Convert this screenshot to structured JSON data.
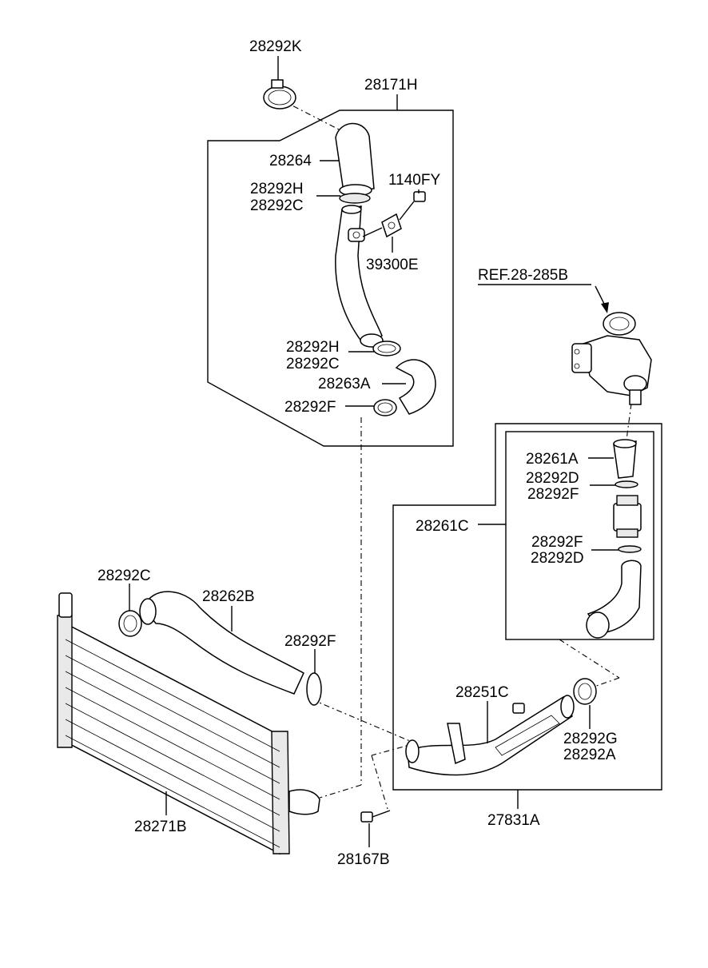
{
  "labels": {
    "p28292K": "28292K",
    "p28171H": "28171H",
    "p28264": "28264",
    "p28292H_top": "28292H",
    "p28292C_top": "28292C",
    "p1140FY": "1140FY",
    "p39300E": "39300E",
    "ref": "REF.28-285B",
    "p28292H_mid": "28292H",
    "p28292C_mid": "28292C",
    "p28263A": "28263A",
    "p28292F_upper": "28292F",
    "p28261A": "28261A",
    "p28292D_a": "28292D",
    "p28292F_a": "28292F",
    "p28261C": "28261C",
    "p28292F_b": "28292F",
    "p28292D_b": "28292D",
    "p28292C_low": "28292C",
    "p28262B": "28262B",
    "p28292F_low": "28292F",
    "p28251C": "28251C",
    "p28292G": "28292G",
    "p28292A": "28292A",
    "p28271B": "28271B",
    "p27831A": "27831A",
    "p28167B": "28167B"
  }
}
